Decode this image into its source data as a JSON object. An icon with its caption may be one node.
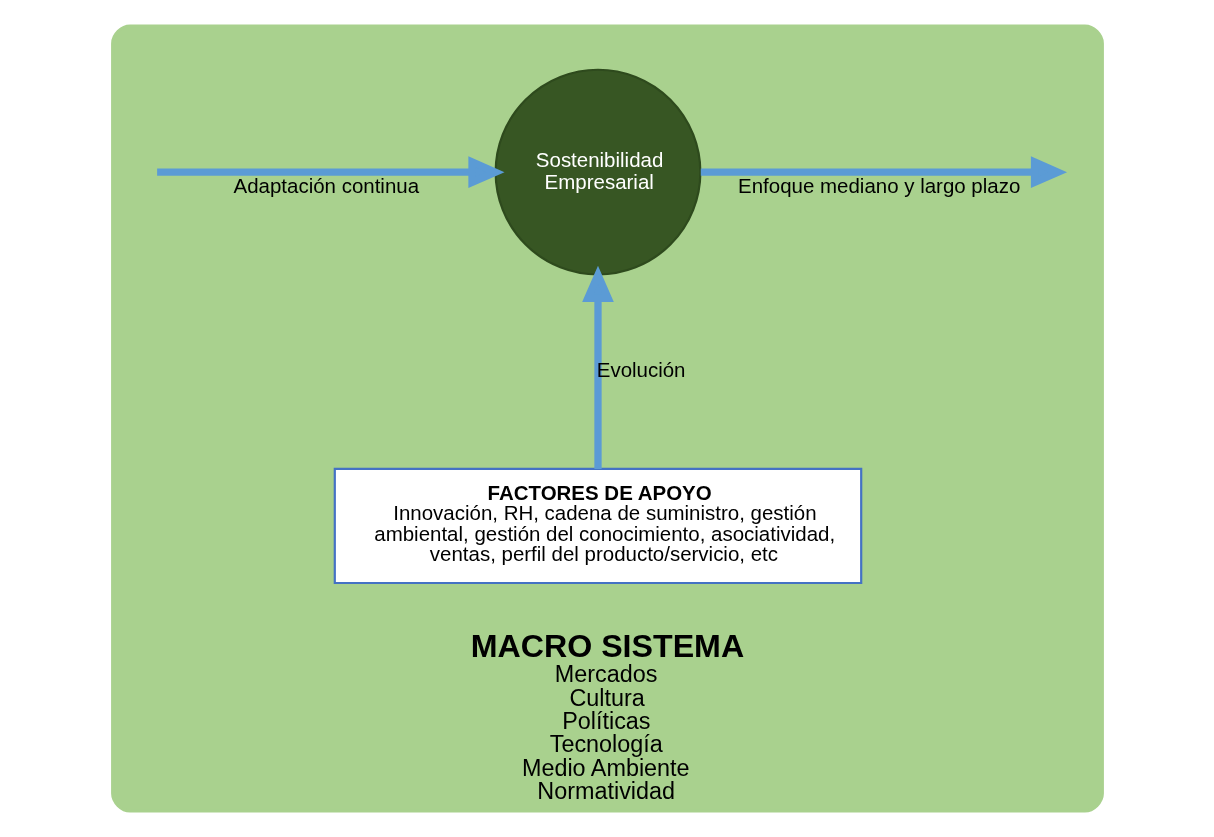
{
  "diagram": {
    "nodes": [
      {
        "text": [
          "MACRO SISTEMA",
          "Mercados",
          "Cultura",
          "Políticas",
          "Tecnología",
          "Medio Ambiente",
          "Normatividad"
        ]
      },
      {
        "text": [
          "Sostenibilidad Empresarial"
        ],
        "in": 0
      },
      {
        "text": [
          "FACTORES DE APOYO",
          "Innovación, RH, cadena de suministro, gestión ambiental, gestión del conocimiento, asociatividad, ventas, perfil del producto/servicio, etc"
        ],
        "in": 0
      }
    ],
    "edges": [
      {
        "from": 1,
        "to": null,
        "arrow": "to",
        "label": "Enfoque mediano y largo plazo"
      },
      {
        "from": null,
        "to": 1,
        "arrow": "to",
        "label": "Adaptación continua"
      },
      {
        "from": 2,
        "to": 1,
        "arrow": "to",
        "label": "Evolución"
      }
    ]
  }
}
